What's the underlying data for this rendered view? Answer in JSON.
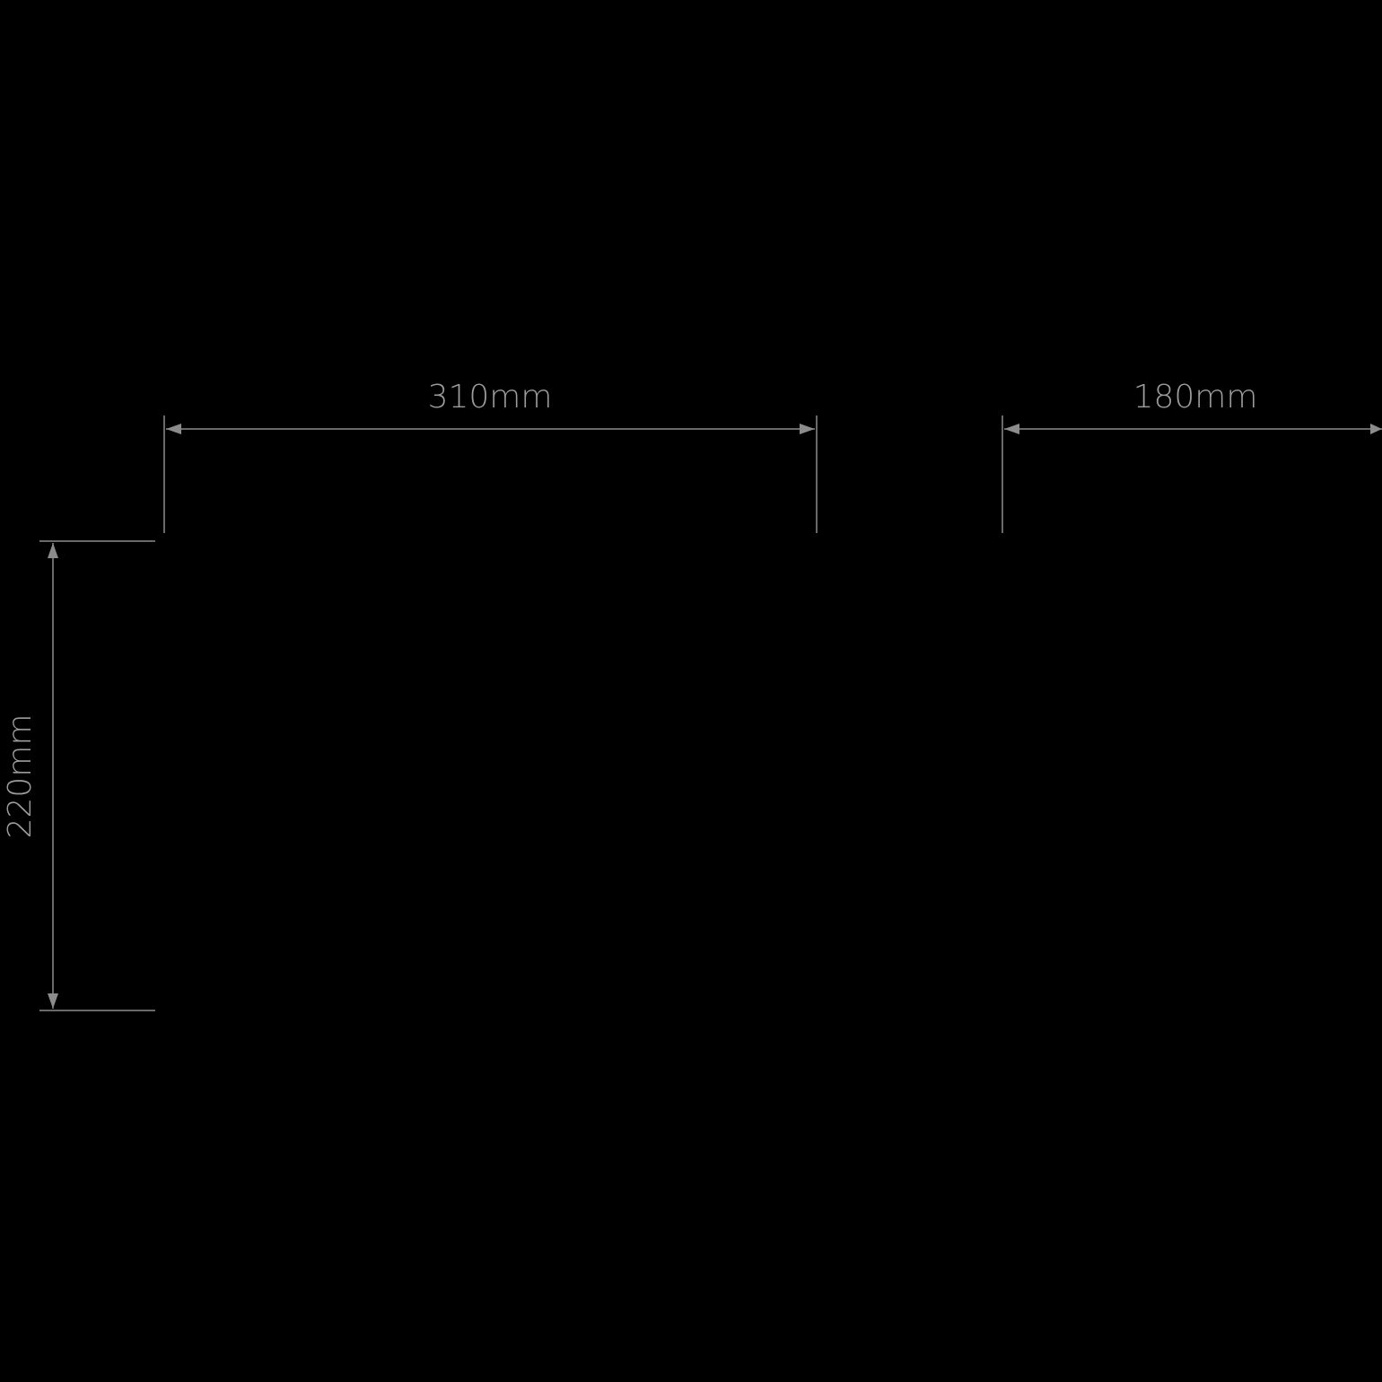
{
  "dimensions": {
    "width": "310mm",
    "depth": "180mm",
    "height": "220mm"
  },
  "colors": {
    "background": "#000000",
    "line": "#8c8c8c",
    "text": "#9c9c9c"
  }
}
